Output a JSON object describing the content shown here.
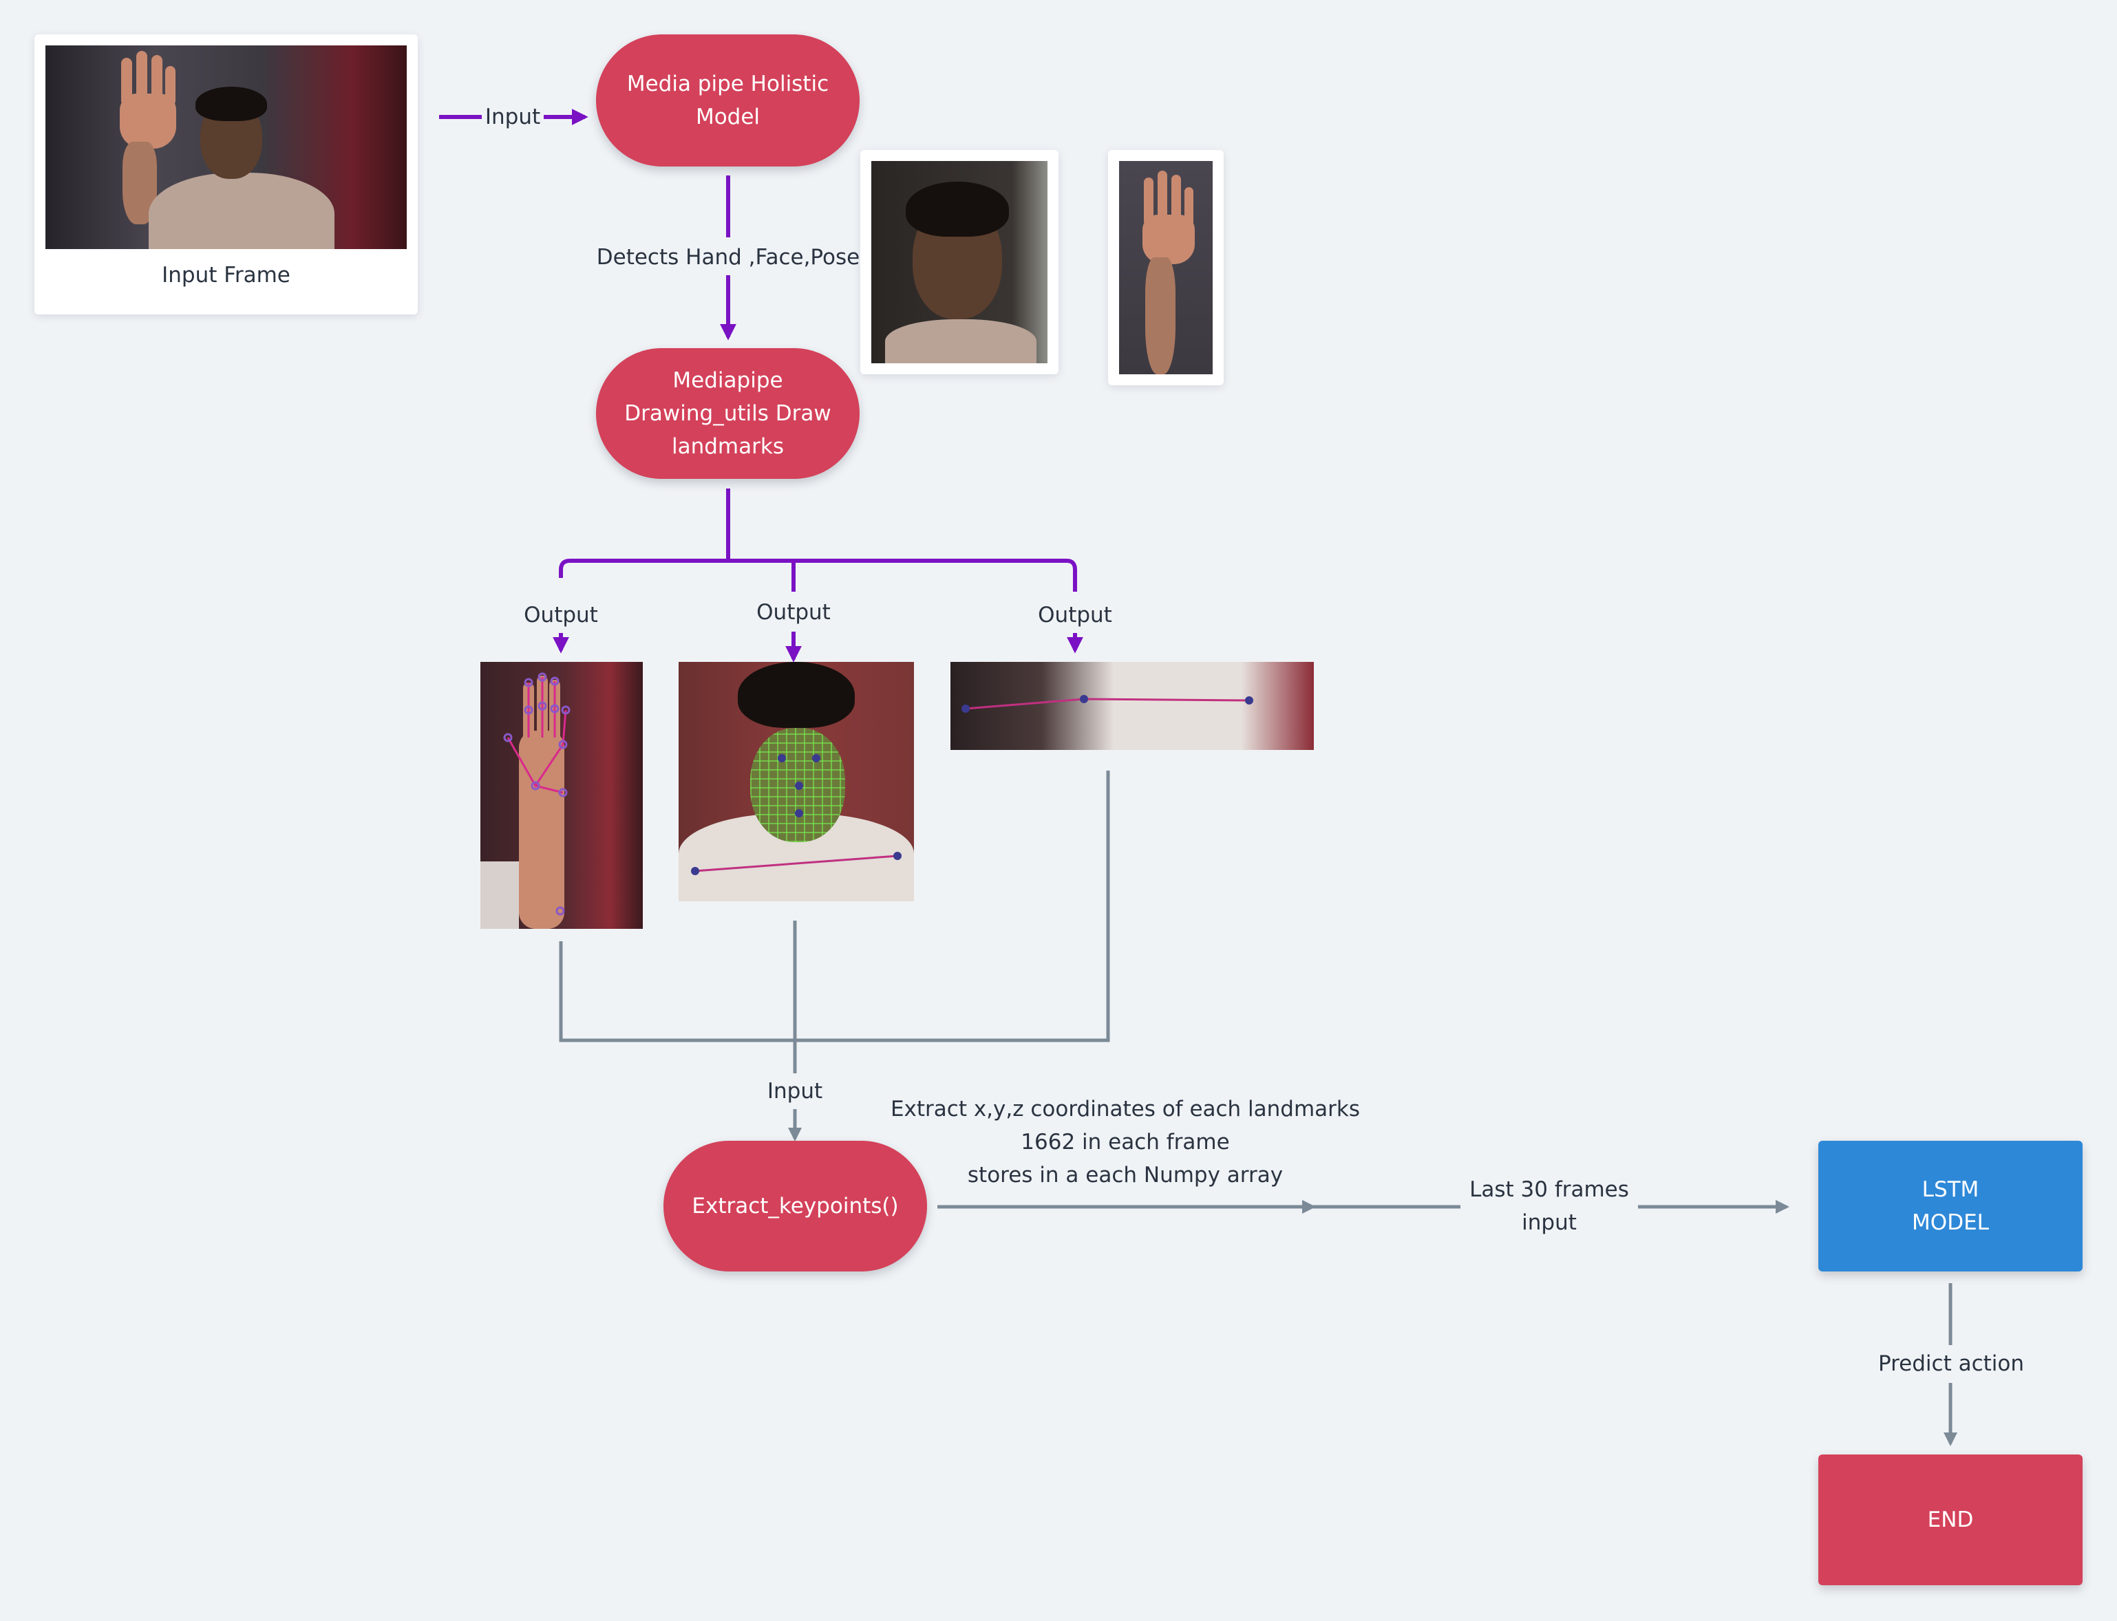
{
  "diagram": {
    "input_frame_label": "Input Frame",
    "input_arrow_label": "Input",
    "holistic_model": "Media pipe Holistic\nModel",
    "detects_label": "Detects Hand ,Face,Pose",
    "drawing_utils": "Mediapipe\nDrawing_utils Draw\nlandmarks",
    "output_labels": [
      "Output",
      "Output",
      "Output"
    ],
    "merge_input_label": "Input",
    "extract_keypoints": "Extract_keypoints()",
    "extract_note": "Extract x,y,z coordinates of each landmarks\n1662 in each frame\nstores in a each Numpy array",
    "last_frames_label": "Last 30 frames\ninput",
    "lstm_model": "LSTM\nMODEL",
    "predict_label": "Predict action",
    "end": "END"
  },
  "colors": {
    "background": "#f0f3f6",
    "node_red": "#d4415a",
    "node_blue": "#2e88d8",
    "arrow_purple": "#7a12c4",
    "arrow_gray": "#7b8a96"
  },
  "icons": {
    "input_frame_photo": "webcam-person-raising-hand",
    "face_crop_photo": "face-crop",
    "hand_crop_photo": "hand-crop",
    "hand_landmarks_photo": "hand-landmarks-overlay",
    "face_landmarks_photo": "face-mesh-overlay",
    "pose_landmarks_photo": "pose-landmarks-overlay"
  }
}
